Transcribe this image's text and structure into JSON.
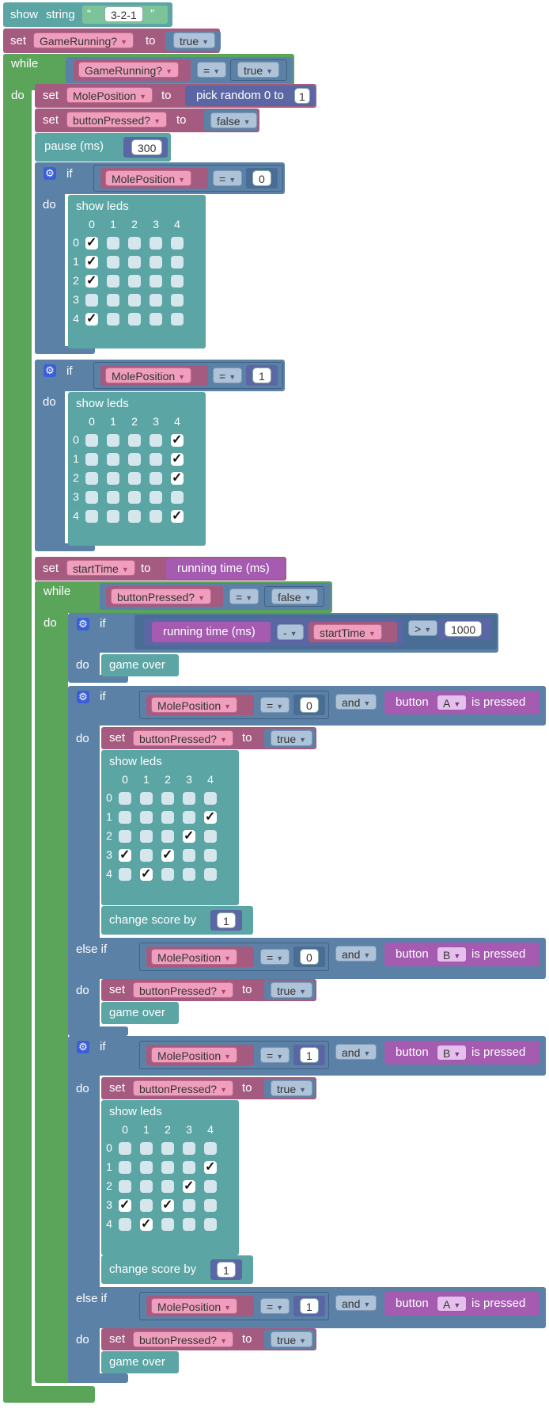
{
  "show_string": {
    "kw1": "show",
    "kw2": "string",
    "value": "3-2-1",
    "quote_open": "“",
    "quote_close": "”"
  },
  "set_running": {
    "kw": "set",
    "var": "GameRunning?",
    "to": "to",
    "value": "true"
  },
  "while1": {
    "kw": "while",
    "do": "do",
    "var": "GameRunning?",
    "op": "=",
    "value": "true"
  },
  "set_mole": {
    "kw": "set",
    "var": "MolePosition",
    "to": "to",
    "expr": "pick random 0 to",
    "num": "1"
  },
  "set_pressed": {
    "kw": "set",
    "var": "buttonPressed?",
    "to": "to",
    "value": "false"
  },
  "pause": {
    "kw": "pause (ms)",
    "value": "300"
  },
  "if1": {
    "kw": "if",
    "do": "do",
    "var": "MolePosition",
    "op": "=",
    "value": "0"
  },
  "if2": {
    "kw": "if",
    "do": "do",
    "var": "MolePosition",
    "op": "=",
    "value": "1"
  },
  "leds1": {
    "title": "show leds",
    "rows": [
      [
        1,
        0,
        0,
        0,
        0
      ],
      [
        1,
        0,
        0,
        0,
        0
      ],
      [
        1,
        0,
        0,
        0,
        0
      ],
      [
        0,
        0,
        0,
        0,
        0
      ],
      [
        1,
        0,
        0,
        0,
        0
      ]
    ]
  },
  "leds2": {
    "title": "show leds",
    "rows": [
      [
        0,
        0,
        0,
        0,
        1
      ],
      [
        0,
        0,
        0,
        0,
        1
      ],
      [
        0,
        0,
        0,
        0,
        1
      ],
      [
        0,
        0,
        0,
        0,
        0
      ],
      [
        0,
        0,
        0,
        0,
        1
      ]
    ]
  },
  "leds3": {
    "title": "show leds",
    "rows": [
      [
        0,
        0,
        0,
        0,
        0
      ],
      [
        0,
        0,
        0,
        0,
        1
      ],
      [
        0,
        0,
        0,
        1,
        0
      ],
      [
        1,
        0,
        1,
        0,
        0
      ],
      [
        0,
        1,
        0,
        0,
        0
      ]
    ]
  },
  "leds4": {
    "title": "show leds",
    "rows": [
      [
        0,
        0,
        0,
        0,
        0
      ],
      [
        0,
        0,
        0,
        0,
        1
      ],
      [
        0,
        0,
        0,
        1,
        0
      ],
      [
        1,
        0,
        1,
        0,
        0
      ],
      [
        0,
        1,
        0,
        0,
        0
      ]
    ]
  },
  "headers": [
    "0",
    "1",
    "2",
    "3",
    "4"
  ],
  "set_start": {
    "kw": "set",
    "var": "startTime",
    "to": "to",
    "expr": "running time (ms)"
  },
  "while2": {
    "kw": "while",
    "do": "do",
    "var": "buttonPressed?",
    "op": "=",
    "value": "false"
  },
  "if_time": {
    "kw": "if",
    "do": "do",
    "expr": "running time (ms)",
    "minus": "-",
    "var": "startTime",
    "op": ">",
    "value": "1000",
    "action": "game over"
  },
  "if3": {
    "kw": "if",
    "do": "do",
    "elseif": "else if",
    "var": "MolePosition",
    "op": "=",
    "value": "0",
    "and": "and",
    "button_pre": "button",
    "button": "A",
    "button_post": "is pressed",
    "set_kw": "set",
    "set_var": "buttonPressed?",
    "set_to": "to",
    "set_val": "true",
    "score": "change score by",
    "score_val": "1",
    "ei_var": "MolePosition",
    "ei_op": "=",
    "ei_value": "0",
    "ei_and": "and",
    "ei_button_pre": "button",
    "ei_button": "B",
    "ei_button_post": "is pressed",
    "ei_set_kw": "set",
    "ei_set_var": "buttonPressed?",
    "ei_set_to": "to",
    "ei_set_val": "true",
    "ei_action": "game over"
  },
  "if4": {
    "kw": "if",
    "do": "do",
    "elseif": "else if",
    "var": "MolePosition",
    "op": "=",
    "value": "1",
    "and": "and",
    "button_pre": "button",
    "button": "B",
    "button_post": "is pressed",
    "set_kw": "set",
    "set_var": "buttonPressed?",
    "set_to": "to",
    "set_val": "true",
    "score": "change score by",
    "score_val": "1",
    "ei_var": "MolePosition",
    "ei_op": "=",
    "ei_value": "1",
    "ei_and": "and",
    "ei_button_pre": "button",
    "ei_button": "A",
    "ei_button_post": "is pressed",
    "ei_set_kw": "set",
    "ei_set_var": "buttonPressed?",
    "ei_set_to": "to",
    "ei_set_val": "true",
    "ei_action": "game over"
  },
  "colors": {
    "loops": "#5ba55b",
    "logic": "#5c81a6",
    "basic": "#5ba5a5",
    "variables": "#a55b80",
    "input": "#a45bb0",
    "math": "#5b67a5"
  }
}
